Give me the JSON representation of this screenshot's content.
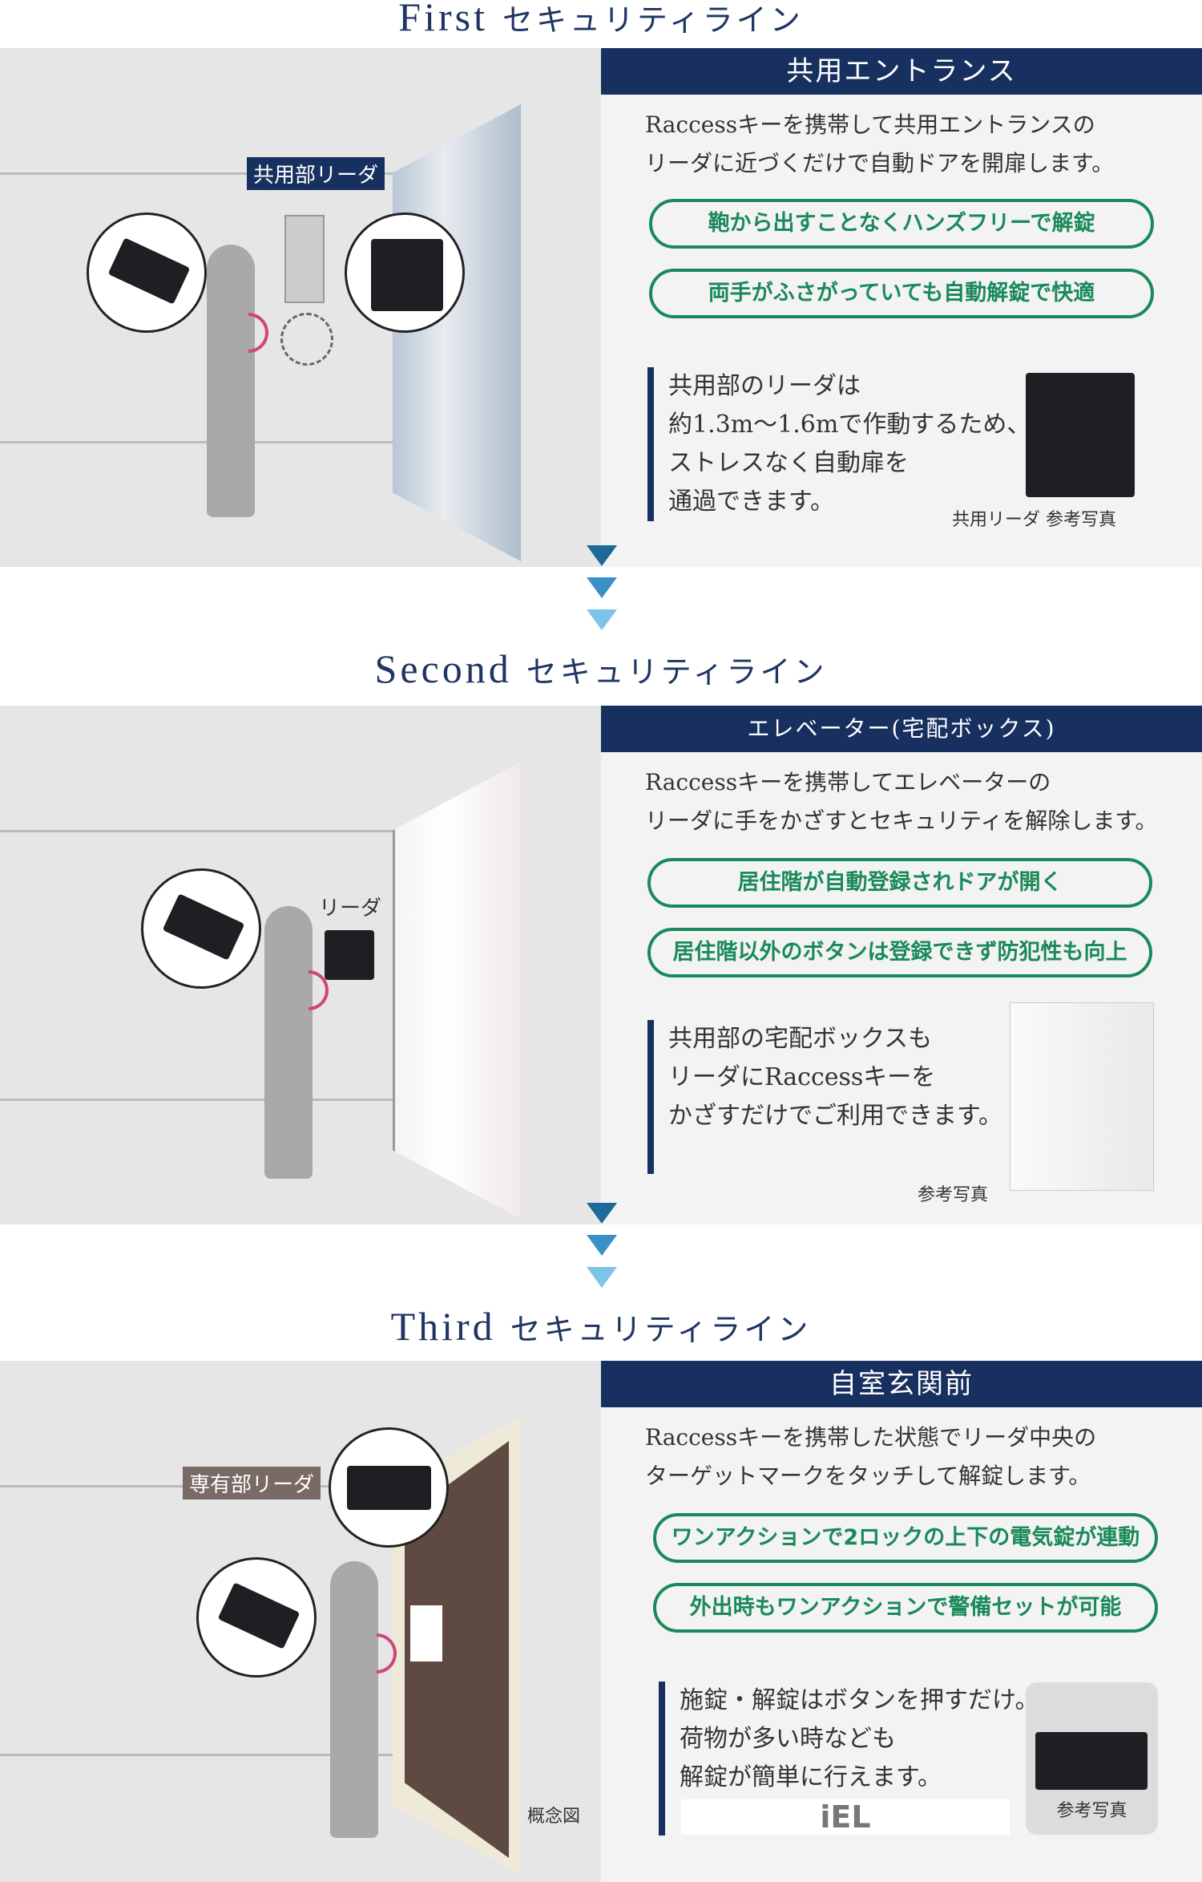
{
  "sections": [
    {
      "title_en": "First",
      "title_jp": "セキュリティライン",
      "header": "共用エントランス",
      "description": [
        "Raccessキーを携帯して共用エントランスの",
        "リーダに近づくだけで自動ドアを開扉します。"
      ],
      "features": [
        "鞄から出すことなくハンズフリーで解錠",
        "両手がふさがっていても自動解錠で快適"
      ],
      "note": [
        "共用部のリーダは",
        "約1.3m〜1.6mで作動するため、",
        "ストレスなく自動扉を",
        "通過できます。"
      ],
      "caption": "共用リーダ 参考写真",
      "illus_label": "共用部リーダ"
    },
    {
      "title_en": "Second",
      "title_jp": "セキュリティライン",
      "header": "エレベーター(宅配ボックス)",
      "description": [
        "Raccessキーを携帯してエレベーターの",
        "リーダに手をかざすとセキュリティを解除します。"
      ],
      "features": [
        "居住階が自動登録されドアが開く",
        "居住階以外のボタンは登録できず防犯性も向上"
      ],
      "note": [
        "共用部の宅配ボックスも",
        "リーダにRaccessキーを",
        "かざすだけでご利用できます。"
      ],
      "caption": "参考写真",
      "illus_label": "リーダ"
    },
    {
      "title_en": "Third",
      "title_jp": "セキュリティライン",
      "header": "自室玄関前",
      "description": [
        "Raccessキーを携帯した状態でリーダ中央の",
        "ターゲットマークをタッチして解錠します。"
      ],
      "features": [
        "ワンアクションで2ロックの上下の電気錠が連動",
        "外出時もワンアクションで警備セットが可能"
      ],
      "note": [
        "施錠・解錠はボタンを押すだけ。",
        "荷物が多い時なども",
        "解錠が簡単に行えます。"
      ],
      "caption": "参考写真",
      "illus_label": "専有部リーダ",
      "illus_caption": "概念図",
      "logo": "iEL"
    }
  ],
  "colors": {
    "navy": "#17305f",
    "green": "#1a8a5a",
    "arrow_dark": "#1b6a9a",
    "arrow_light": "#7ec4e8"
  }
}
